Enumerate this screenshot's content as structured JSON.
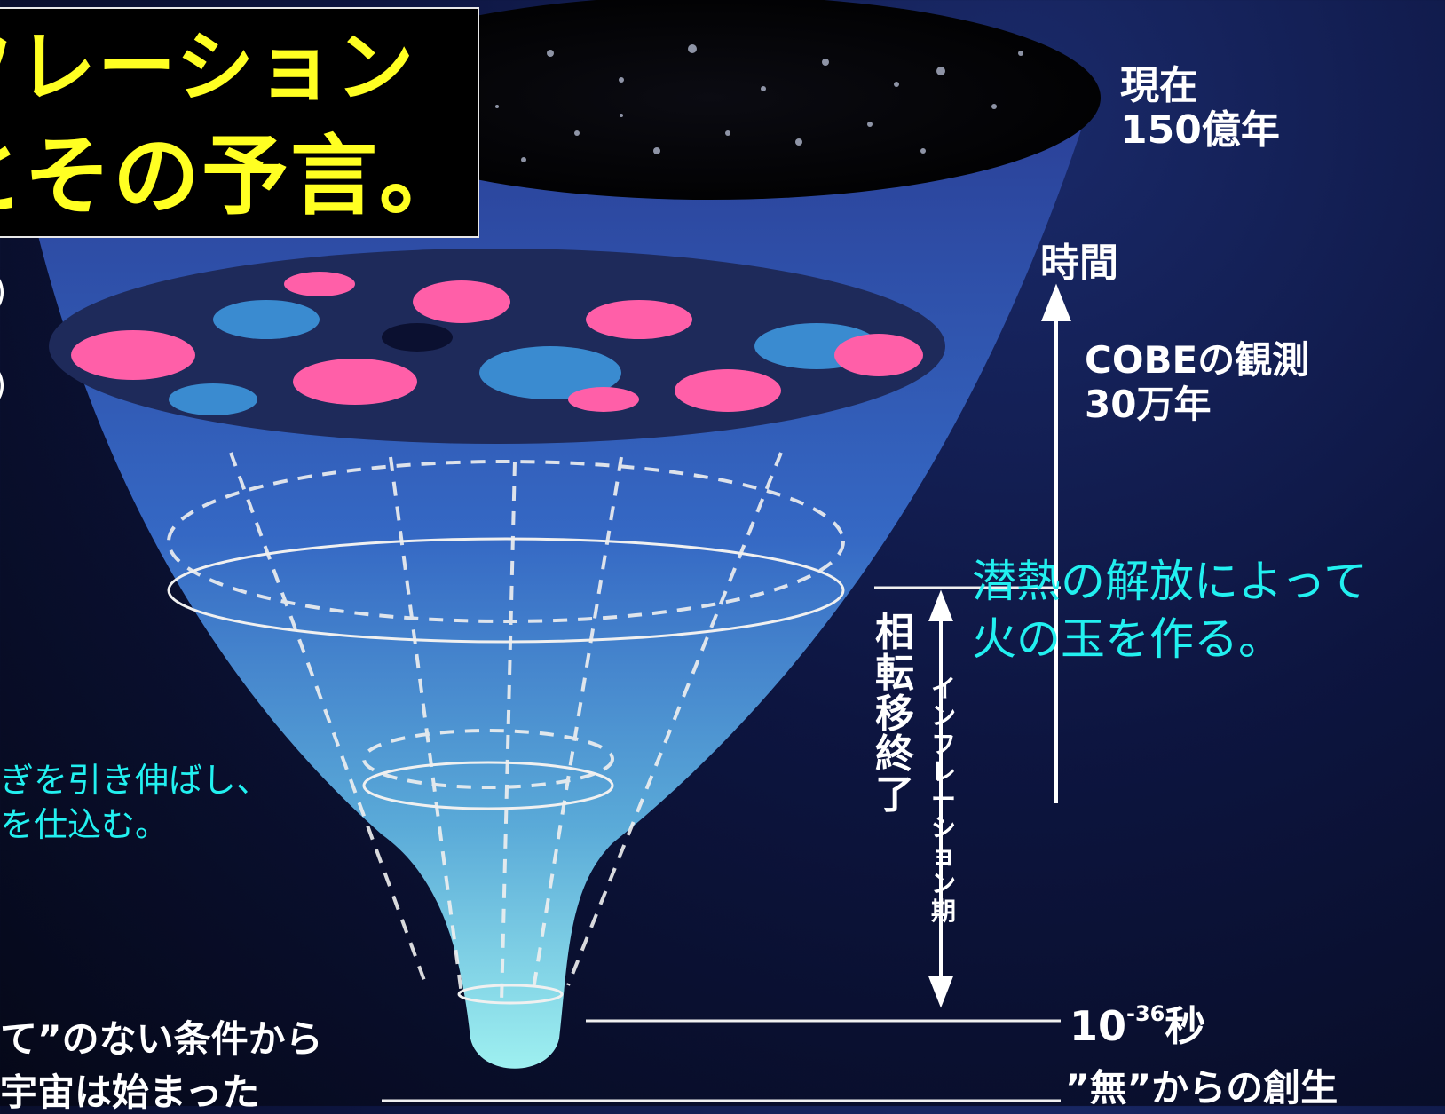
{
  "title": {
    "line1": "フレーション",
    "line2": "とその予言。"
  },
  "left_markers": [
    "）",
    "）"
  ],
  "timeline": {
    "now": "現在",
    "now_age": "150億年",
    "time_axis": "時間",
    "cobe": "COBEの観測",
    "cobe_age": "30万年",
    "phase_transition_end": "相転移終了",
    "inflation_period": "インフレーション期",
    "t_inflation_base": "10",
    "t_inflation_exp": "-36",
    "t_inflation_unit": "秒",
    "creation": "”無”からの創生"
  },
  "annotations": {
    "latent_heat_1": "潜熱の解放によって",
    "latent_heat_2": "火の玉を作る。",
    "fluct_1": "ぎを引き伸ばし、",
    "fluct_2": "を仕込む。",
    "bottom_1": "て”のない条件から",
    "bottom_2": "宇宙は始まった"
  },
  "colors": {
    "title": "#ffff22",
    "annotation": "#22f0f0",
    "label": "#ffffff",
    "background": "#0a1030"
  }
}
